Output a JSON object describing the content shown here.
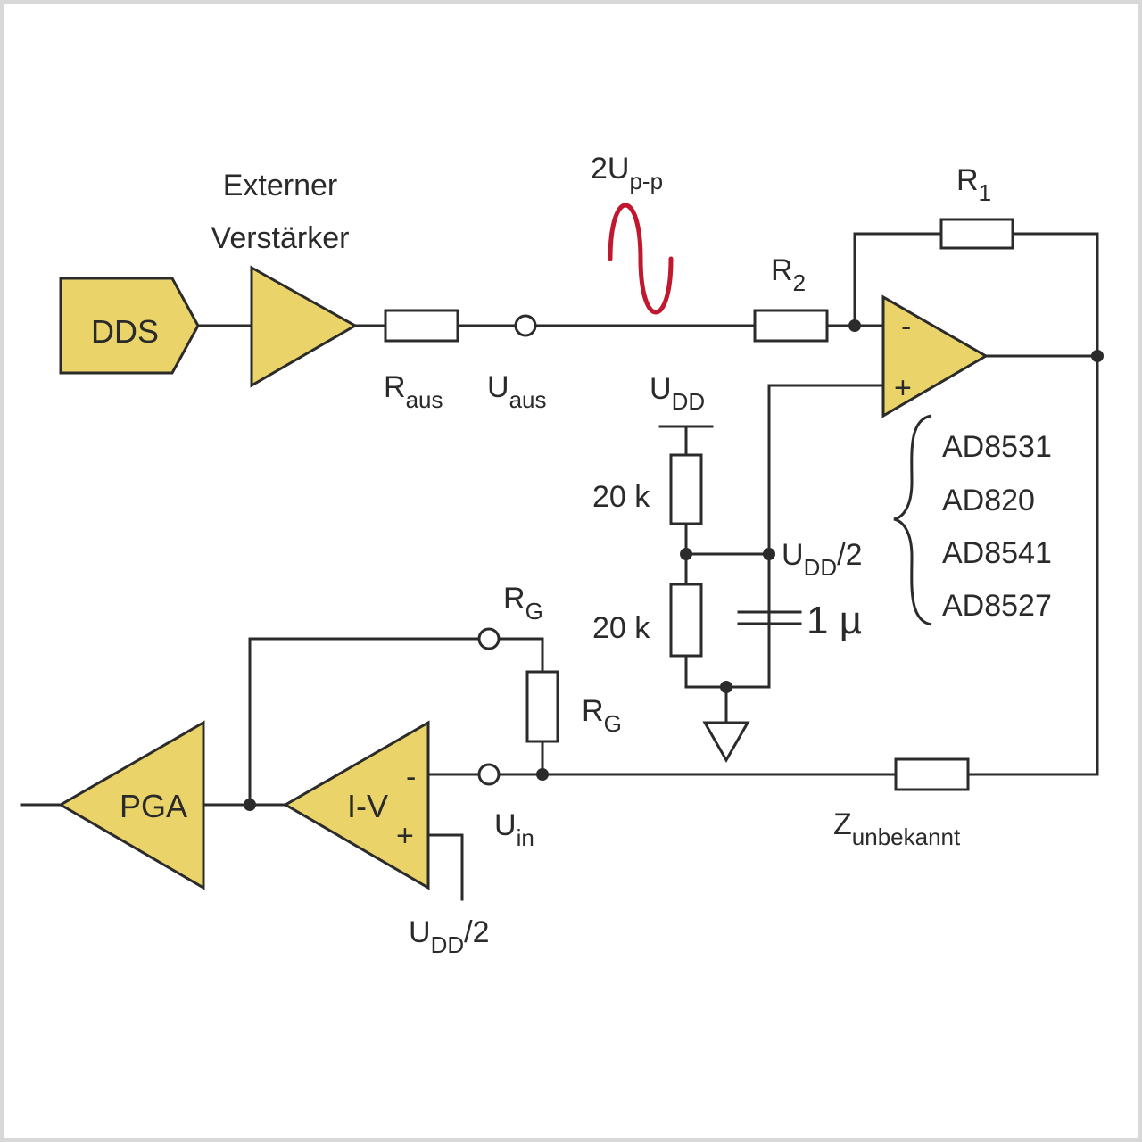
{
  "colors": {
    "block_fill": "#ead46a",
    "wire": "#2b2b2b",
    "sine": "#c0182e",
    "frame": "#d8d8d8"
  },
  "blocks": {
    "dds": "DDS",
    "pga": "PGA",
    "iv": "I-V"
  },
  "labels": {
    "ext_amp_line1": "Externer",
    "ext_amp_line2": "Verstärker",
    "r_out_main": "R",
    "r_out_sub": "aus",
    "u_out_main": "U",
    "u_out_sub": "aus",
    "signal_main": "2U",
    "signal_sub": "p-p",
    "r1_main": "R",
    "r1_sub": "1",
    "r2_main": "R",
    "r2_sub": "2",
    "udd_main": "U",
    "udd_sub": "DD",
    "udd2_main": "U",
    "udd2_sub": "DD",
    "udd2_tail": "/2",
    "res_top": "20 k",
    "res_bottom": "20 k",
    "cap": "1 µ",
    "rg_top_main": "R",
    "rg_top_sub": "G",
    "rg_side_main": "R",
    "rg_side_sub": "G",
    "uin_main": "U",
    "uin_sub": "in",
    "iv_udd2_main": "U",
    "iv_udd2_sub": "DD",
    "iv_udd2_tail": "/2",
    "z_main": "Z",
    "z_sub": "unbekannt",
    "opamp_minus": "-",
    "opamp_plus": "+",
    "iv_minus": "-",
    "iv_plus": "+"
  },
  "opamp_options": [
    "AD8531",
    "AD820",
    "AD8541",
    "AD8527"
  ]
}
